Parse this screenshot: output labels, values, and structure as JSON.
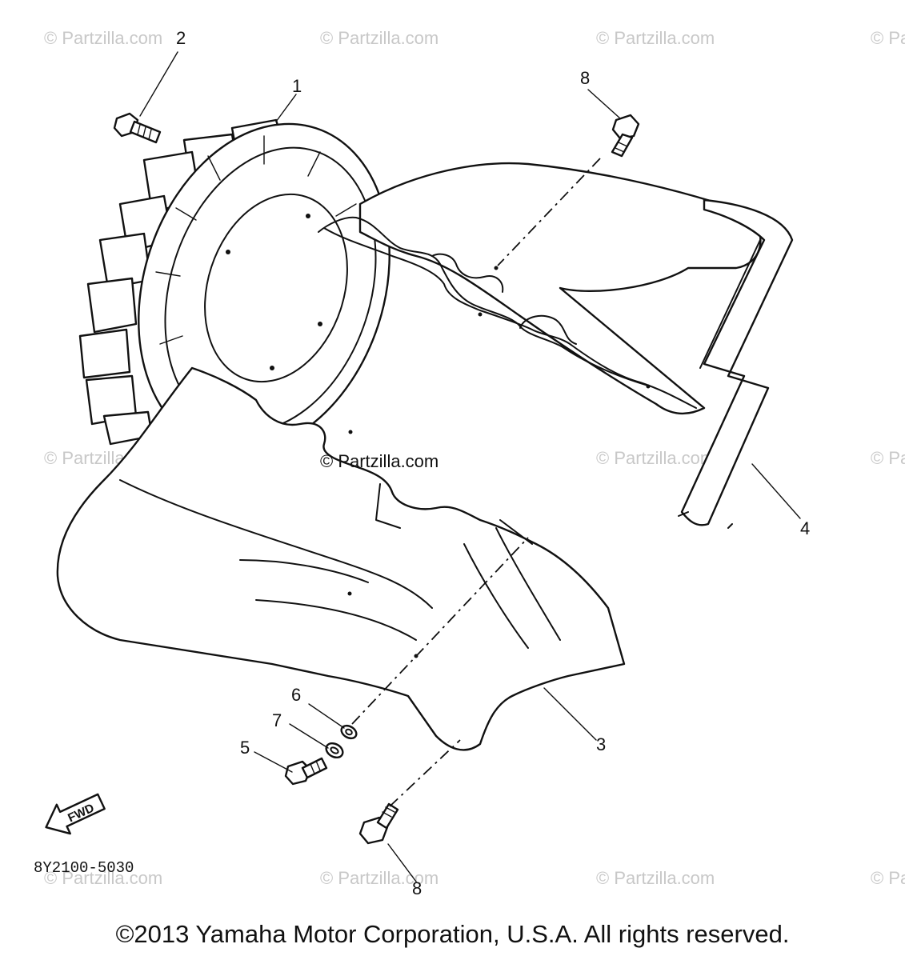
{
  "watermark": "© Partzilla.com",
  "center_watermark": "© Partzilla.com",
  "diagram_code": "8Y2100-5030",
  "copyright": "©2013 Yamaha Motor Corporation, U.S.A. All rights reserved.",
  "fwd_label": "FWD",
  "callouts": {
    "flywheel": "1",
    "bolt_top_left": "2",
    "lower_cover": "3",
    "side_strap": "4",
    "bolt_left": "5",
    "washer_a": "6",
    "washer_b": "7",
    "bolt_top_right": "8",
    "bolt_bottom": "8"
  }
}
